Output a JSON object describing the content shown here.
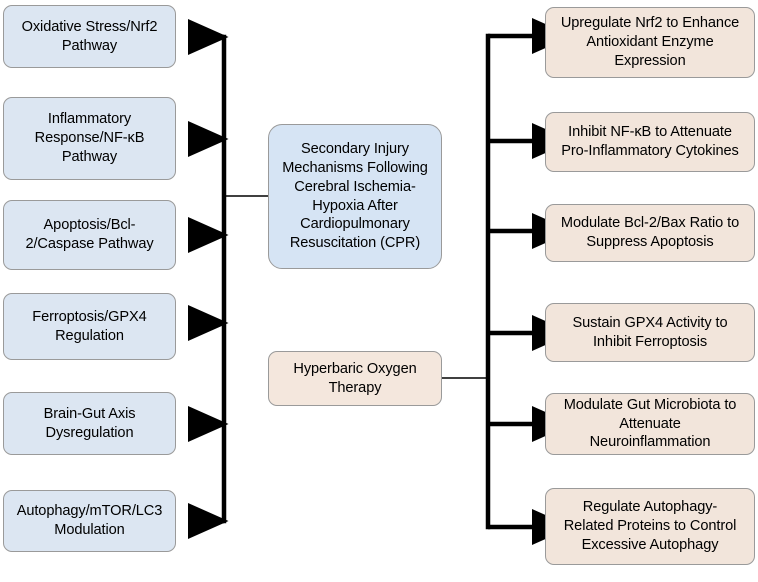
{
  "diagram": {
    "type": "flow-diagram",
    "title": "",
    "colors": {
      "mechanism_fill": "#dce6f2",
      "intervention_fill": "#f2e5db",
      "border": "#9a9a9a",
      "connector": "#000000",
      "background": "#ffffff"
    },
    "hubs": [
      {
        "id": "hub-secondary-injury",
        "label": "Secondary Injury\nMechanisms Following\nCerebral Ischemia-\nHypoxia After\nCardiopulmonary\nResuscitation (CPR)",
        "kind": "mechanism-hub"
      },
      {
        "id": "hub-hbot",
        "label": "Hyperbaric Oxygen\nTherapy",
        "kind": "intervention-hub"
      }
    ],
    "mechanisms": [
      {
        "id": "mech-oxidative-stress",
        "label": "Oxidative Stress/Nrf2\nPathway"
      },
      {
        "id": "mech-inflammatory-response",
        "label": "Inflammatory\nResponse/NF-κB\nPathway"
      },
      {
        "id": "mech-apoptosis",
        "label": "Apoptosis/Bcl-\n2/Caspase Pathway"
      },
      {
        "id": "mech-ferroptosis",
        "label": "Ferroptosis/GPX4\nRegulation"
      },
      {
        "id": "mech-brain-gut-axis",
        "label": "Brain-Gut Axis\nDysregulation"
      },
      {
        "id": "mech-autophagy",
        "label": "Autophagy/mTOR/LC3\nModulation"
      }
    ],
    "interventions": [
      {
        "id": "int-upregulate-nrf2",
        "label": "Upregulate Nrf2 to Enhance\nAntioxidant Enzyme\nExpression"
      },
      {
        "id": "int-inhibit-nfkb",
        "label": "Inhibit NF-κB to Attenuate\nPro-Inflammatory Cytokines"
      },
      {
        "id": "int-bcl2-bax",
        "label": "Modulate Bcl-2/Bax Ratio to\nSuppress Apoptosis"
      },
      {
        "id": "int-gpx4",
        "label": "Sustain GPX4 Activity to\nInhibit Ferroptosis"
      },
      {
        "id": "int-gut-microbiota",
        "label": "Modulate Gut Microbiota to\nAttenuate\nNeuroinflammation"
      },
      {
        "id": "int-autophagy-proteins",
        "label": "Regulate Autophagy-\nRelated Proteins to Control\nExcessive Autophagy"
      }
    ]
  }
}
